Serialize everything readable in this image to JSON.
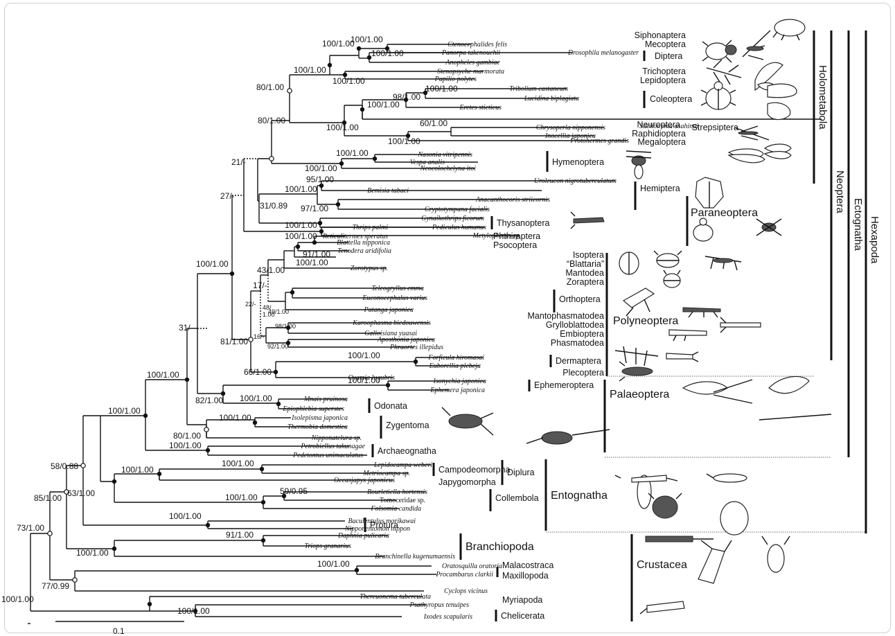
{
  "supports": {
    "n_root": "100/1.00",
    "n_arthropoda": "73/1.00",
    "n_myria_chel": "",
    "n_chelicerata": "100/1.00",
    "n_pancrustacea": "85/1.00",
    "n_malmax": "77/0.99",
    "n_malacostraca": "100/1.00",
    "n_hex_branch": "58/0.88",
    "n_branchiopoda": "100/1.00",
    "n_daphnia_triops": "91/1.00",
    "n_entognatha": "63/1.00",
    "n_diplura_colle": "100/1.00",
    "n_collembola": "100/1.00",
    "n_colle_inner": "59/0.95",
    "n_diplura": "",
    "n_campodeo": "100/1.00",
    "n_protura": "100/1.00",
    "n_hexapoda": "100/1.00",
    "n_archaeognatha": "100/1.00",
    "n_dicondylia": "100/1.00",
    "n_zyg": "80/1.00",
    "n_zyg_inner": "100/1.00",
    "n_pterygota": "31/-",
    "n_palaeo": "82/1.00",
    "n_odonata": "100/1.00",
    "n_ephem": "100/1.00",
    "n_neoptera": "100/1.00",
    "n_eumeta": "27/-",
    "n_hemi_holo": "21/-",
    "n_holo": "80/1.00",
    "n_holo2": "80/1.00",
    "n_mecop": "100/1.00",
    "n_siph_mec": "100/1.00",
    "n_ctenof": "100/1.00",
    "n_diptera": "100/1.00",
    "n_amphies": "100/1.00",
    "n_coleo_str": "100/1.00",
    "n_coleo_str2": "100/1.00",
    "n_coleo": "98/1.00",
    "n_tribo": "100/1.00",
    "n_neuro": "100/1.00",
    "n_neuro_inner": "60/1.00",
    "n_hymen": "100/1.00",
    "n_hymen_inner": "100/1.00",
    "n_paraneo": "31/0.89",
    "n_hemi": "100/1.00",
    "n_hemi_a": "95/1.00",
    "n_hemi_b": "97/1.00",
    "n_thysa": "100/1.00",
    "n_psoco": "100/1.00",
    "n_polyneo": "81/1.00",
    "n_dict": "43/1.00",
    "n_dict2": "100/1.00",
    "n_dict3": "91/1.00",
    "n_polyA": "17/-",
    "n_polyB": "22/-",
    "n_ortho": "49/1.00",
    "n_polyC_a": "48/",
    "n_polyC_b": "1.00",
    "n_mant": "98/1.00",
    "n_phasm": "16/-",
    "n_phasm2": "92/1.00",
    "n_derm": "100/1.00",
    "n_derm_plec": "66/1.00"
  },
  "taxa": {
    "ctenocephalides": "Ctenocephalides felis",
    "panorpa": "Panorpa takenouchii",
    "drosophila": "Drosophila melanogaster",
    "anopheles": "Anopheles gambiae",
    "stenopsyche": "Stenopsyche marmorata",
    "papilio": "Papilio polytes",
    "tribolium": "Tribolium castaneum",
    "lucidina": "Lucidina biplagiata",
    "eretes": "Eretes sticticus",
    "stichotrema": "Stichotrema asahinai",
    "chrysoperla": "Chrysoperla nipponensis",
    "inocellia": "Inocellia japonica",
    "protohermes": "Protohermes grandis",
    "nasonia": "Nasonia vitripennis",
    "vespa": "Vespa analis",
    "neocolochelyna": "Neocolochelyna itoi",
    "uroleucon": "Uroleucon nigrotuberculatum",
    "bemisia": "Bemisia tabaci",
    "anacanthocoris": "Anacanthocoris striicornis",
    "cryptotympana": "Cryptotympana facialis",
    "gynaikothrips": "Gynaikothrips ficorum",
    "thrips": "Thrips palmi",
    "pediculus": "Pediculus humanus",
    "metylophorus": "Metylophorus sp.",
    "reticulitermes": "Reticulitermes speratus",
    "blattella": "Blattella nipponica",
    "tenodera": "Tenodera aridifolia",
    "zorotypus": "Zorotypus sp.",
    "teleogryllus": "Teleogryllus emma",
    "euconocephalus": "Euconocephalus varius",
    "patanga": "Patanga japonica",
    "karoophasma": "Karoophasma biedouwensis",
    "galloisiana": "Galloisiana yuasai",
    "aposthonia": "Aposthonia japonica",
    "phraortes": "Phraortes illepidus",
    "forficula": "Forficula hiromasai",
    "euborellia": "Euborellia plebeja",
    "oyamia": "Oyamia lugubris",
    "isonychia": "Isonychia japonica",
    "ephemera": "Ephemera japonica",
    "mnais": "Mnais pruinosa",
    "epiophlebia": "Epiophlebia superstes",
    "isolepisma": "Isolepisma japonica",
    "thermobia": "Thermobia domestica",
    "nipponatelura": "Nipponatelura sp.",
    "petrobiellus": "Petrobiellus takunagae",
    "pedetontus": "Pedetontus unimaculatus",
    "lepidocampa": "Lepidocampa weberi",
    "metriocampa": "Metriocampa sp.",
    "occasjapyx": "Occasjapyx japonicus",
    "bourletiella": "Bourletiella hortensis",
    "tomoceridae": "Tomoceridae sp.",
    "folsomia": "Folsomia candida",
    "baculentulus": "Baculentulus morikawai",
    "nipponentomon": "Nipponentomon nippon",
    "daphnia": "Daphnia pulicaria",
    "triops": "Triops granarius",
    "branchinella": "Branchinella kugenumaensis",
    "oratosquilla": "Oratosquilla oratoria",
    "procambarus": "Procambarus clarkii",
    "cyclops": "Cyclops vicinus",
    "thereuonema": "Thereuonema tuberculata",
    "psathyropus": "Psathyropus tenuipes",
    "ixodes": "Ixodes scapularis"
  },
  "orders": {
    "siphonaptera": "Siphonaptera",
    "mecoptera": "Mecoptera",
    "diptera": "Diptera",
    "trichoptera": "Trichoptera",
    "lepidoptera": "Lepidoptera",
    "coleoptera": "Coleoptera",
    "strepsiptera": "Strepsiptera",
    "neuroptera": "Neuroptera",
    "raphidioptera": "Raphidioptera",
    "megaloptera": "Megaloptera",
    "hymenoptera": "Hymenoptera",
    "hemiptera": "Hemiptera",
    "thysanoptera": "Thysanoptera",
    "phthiraptera": "Phthiraptera",
    "psocoptera": "Psocoptera",
    "isoptera": "Isoptera",
    "blattaria": "“Blattaria”",
    "mantodea": "Mantodea",
    "zoraptera": "Zoraptera",
    "orthoptera": "Orthoptera",
    "mantophasmatodea": "Mantophasmatodea",
    "grylloblattodea": "Grylloblattodea",
    "embioptera": "Embioptera",
    "phasmatodea": "Phasmatodea",
    "dermaptera": "Dermaptera",
    "plecoptera": "Plecoptera",
    "ephemeroptera": "Ephemeroptera",
    "odonata": "Odonata",
    "zygentoma": "Zygentoma",
    "archaeognatha": "Archaeognatha",
    "campodeomorpha": "Campodeomorpha",
    "japygomorpha": "Japygomorpha",
    "diplura": "Diplura",
    "collembola": "Collembola",
    "protura": "Protura",
    "malacostraca": "Malacostraca",
    "maxillopoda": "Maxillopoda",
    "myriapoda": "Myriapoda",
    "chelicerata": "Chelicerata"
  },
  "groups": {
    "paraneoptera": "Paraneoptera",
    "polyneoptera": "Polyneoptera",
    "palaeoptera": "Palaeoptera",
    "entognatha": "Entognatha",
    "branchiopoda": "Branchiopoda",
    "crustacea": "Crustacea",
    "holometabola": "Holometabola",
    "neoptera": "Neoptera",
    "ectognatha": "Ectognatha",
    "hexapoda": "Hexapoda"
  },
  "scale": {
    "label": "0.1",
    "value": 0.1
  }
}
